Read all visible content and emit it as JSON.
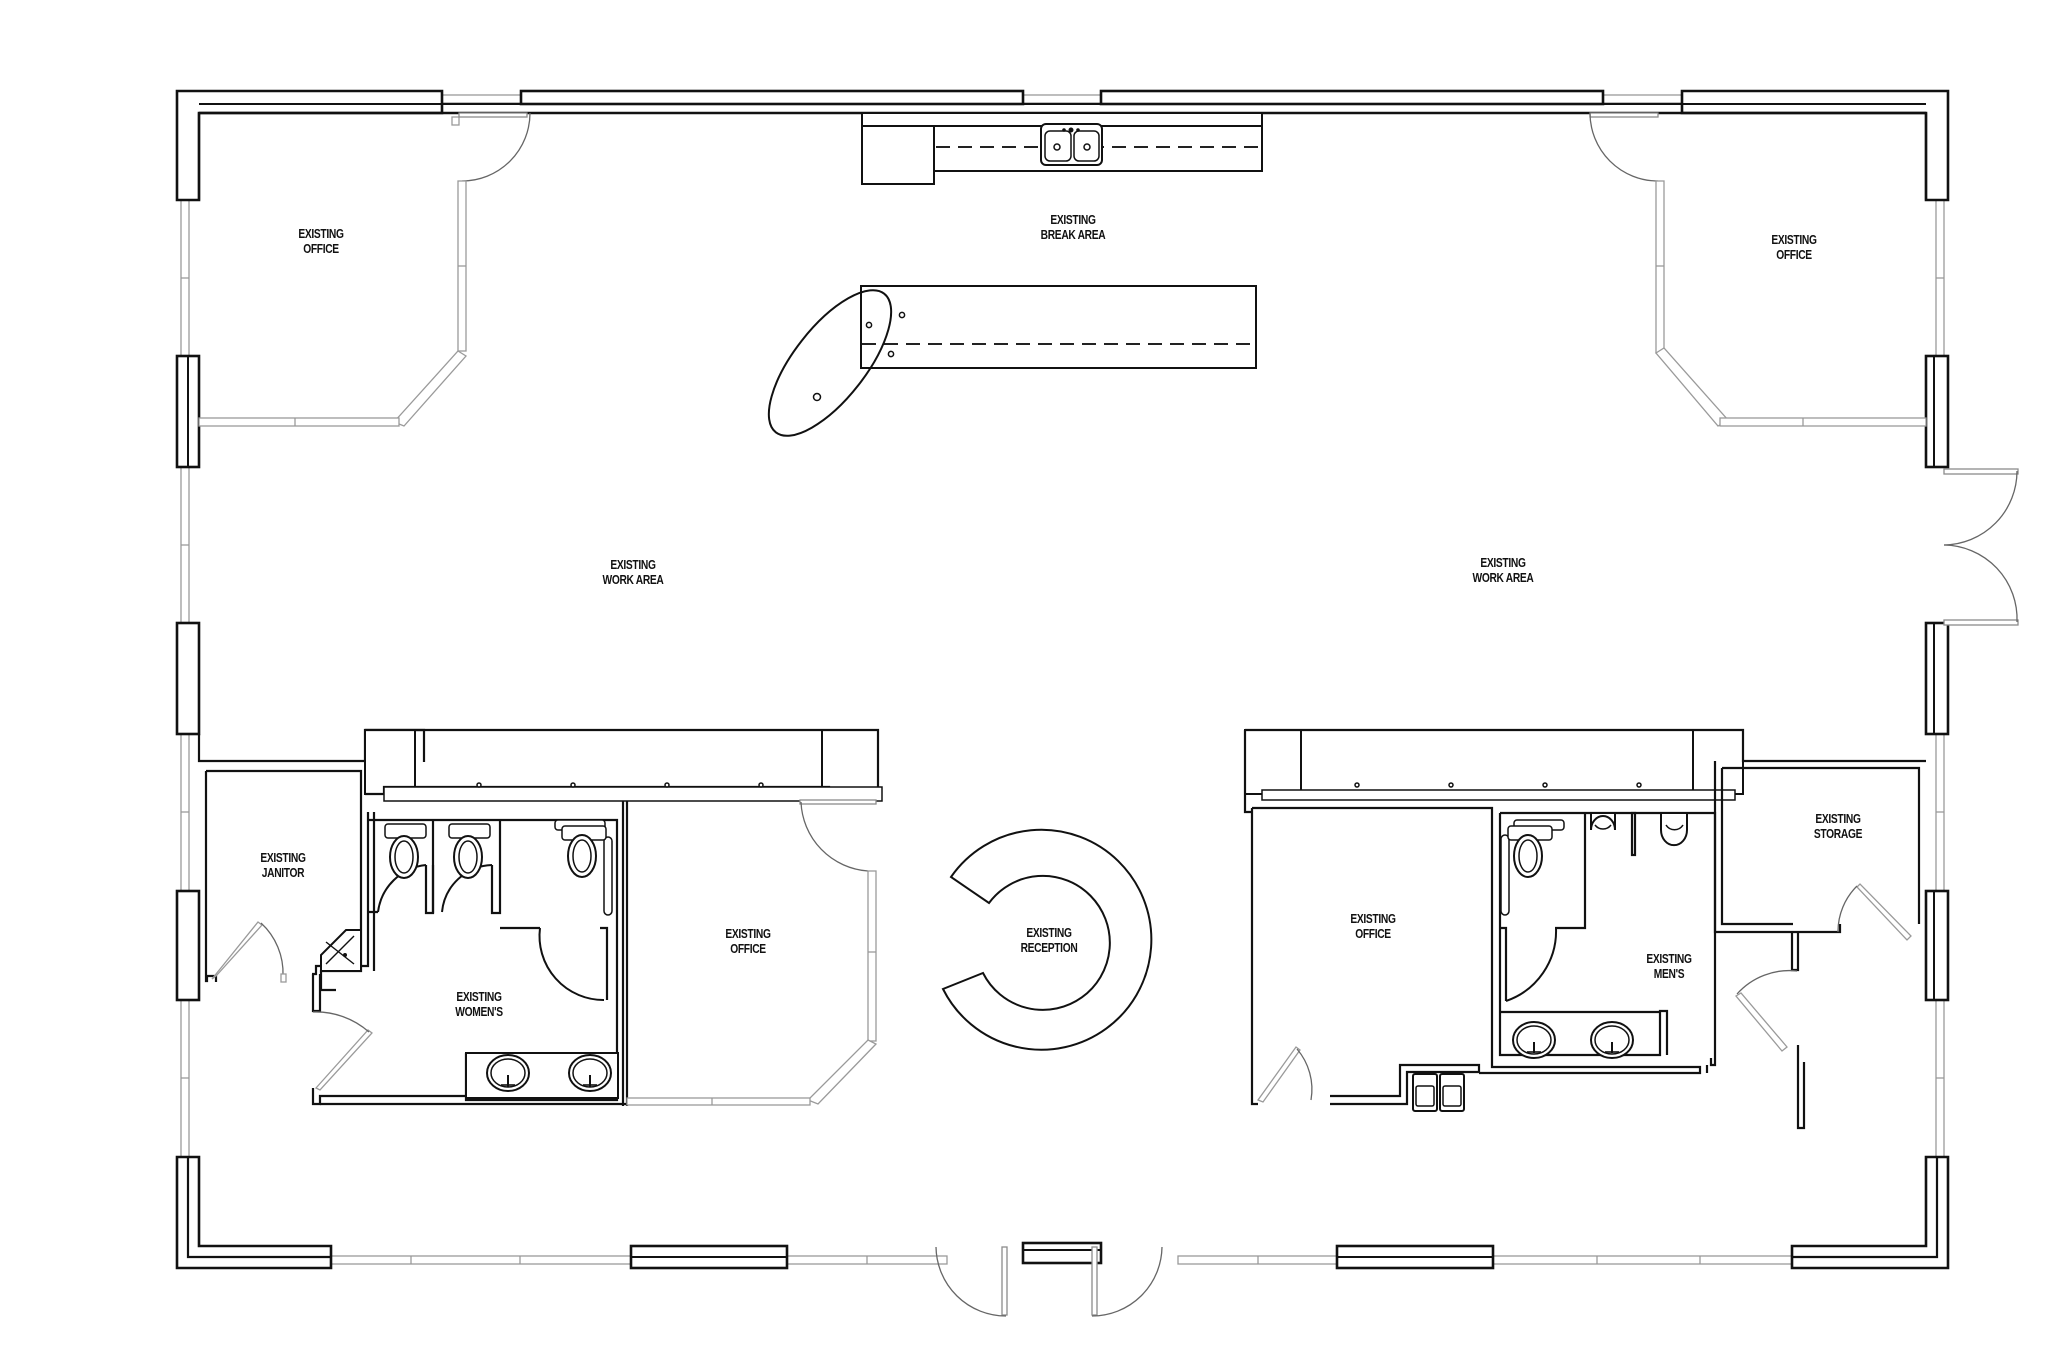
{
  "drawing": {
    "type": "architectural floor plan",
    "status_prefix": "EXISTING",
    "line_color": "#111111",
    "glass_color": "#9a9a9a",
    "background": "#ffffff"
  },
  "rooms": {
    "office_nw": {
      "line1": "EXISTING",
      "line2": "OFFICE"
    },
    "break_area": {
      "line1": "EXISTING",
      "line2": "BREAK AREA"
    },
    "office_ne": {
      "line1": "EXISTING",
      "line2": "OFFICE"
    },
    "work_area_w": {
      "line1": "EXISTING",
      "line2": "WORK AREA"
    },
    "work_area_e": {
      "line1": "EXISTING",
      "line2": "WORK AREA"
    },
    "janitor": {
      "line1": "EXISTING",
      "line2": "JANITOR"
    },
    "womens": {
      "line1": "EXISTING",
      "line2": "WOMEN'S"
    },
    "office_center_w": {
      "line1": "EXISTING",
      "line2": "OFFICE"
    },
    "reception": {
      "line1": "EXISTING",
      "line2": "RECEPTION"
    },
    "office_center_e": {
      "line1": "EXISTING",
      "line2": "OFFICE"
    },
    "mens": {
      "line1": "EXISTING",
      "line2": "MEN'S"
    },
    "storage": {
      "line1": "EXISTING",
      "line2": "STORAGE"
    }
  },
  "fixtures": {
    "break_counter": {
      "sink": "double-basin sink",
      "count": 1
    },
    "break_island": {
      "count": 1
    },
    "break_table": {
      "shape": "oval",
      "count": 1
    },
    "reception_desk": {
      "shape": "C-shape",
      "count": 1
    },
    "womens": {
      "toilets": 3,
      "lavatories": 2,
      "stalls": 3
    },
    "mens": {
      "toilets": 1,
      "urinals": 2,
      "lavatories": 2
    },
    "janitor": {
      "mop_sink": 1
    },
    "corridor_east": {
      "drinking_fountains": 2
    }
  },
  "doors": {
    "main_entry": {
      "type": "double door",
      "location": "south"
    },
    "side_entry": {
      "type": "double door",
      "location": "east"
    }
  }
}
